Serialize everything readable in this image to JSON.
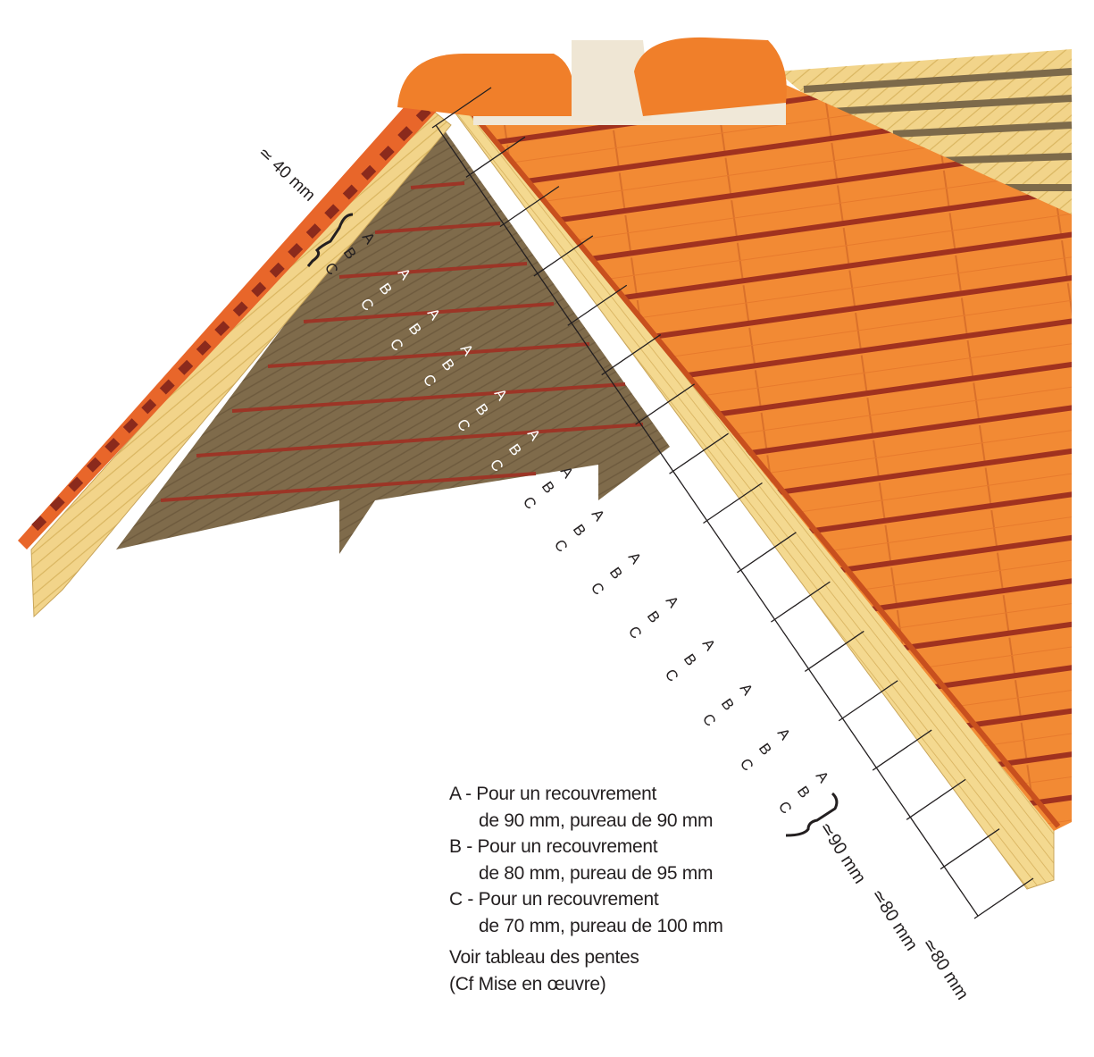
{
  "diagram": {
    "title_implicit": null,
    "ridge_dimension": "≃ 40 mm",
    "gauge_labels": [
      "A",
      "B",
      "C"
    ],
    "dimensions": [
      "≃90 mm",
      "≃80 mm",
      "≃80 mm"
    ],
    "legend": {
      "a_line1": "A - Pour un recouvrement",
      "a_line2": "de 90 mm, pureau de 90 mm",
      "b_line1": "B - Pour un recouvrement",
      "b_line2": "de 80 mm, pureau de 95 mm",
      "c_line1": "C - Pour un recouvrement",
      "c_line2": "de 70 mm, pureau de 100 mm",
      "note_line1": "Voir tableau des pentes",
      "note_line2": "(Cf Mise en œuvre)"
    },
    "colors": {
      "tile": "#f07f2a",
      "tile_dark": "#8b2a1c",
      "wood": "#f2d48a",
      "wood_shadow": "#7d6a4a",
      "ink": "#231f20"
    }
  }
}
